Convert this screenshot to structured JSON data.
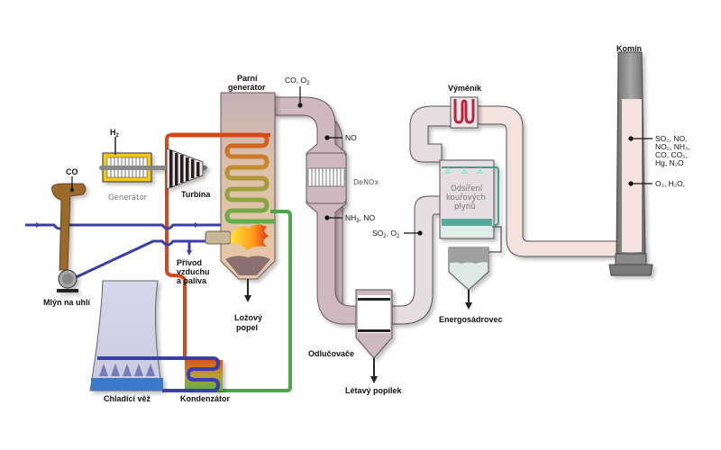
{
  "title": "Schéma uhelné elektrárny",
  "labels": {
    "co_mill": "CO",
    "h2": "H",
    "h2_sub": "2",
    "generator": "Generátor",
    "turbine": "Turbína",
    "mill_line1": "Mlýn na uhlí",
    "air_fuel_1": "Přívod",
    "air_fuel_2": "vzduchu",
    "air_fuel_3": "a paliva",
    "steam_gen_1": "Parní",
    "steam_gen_2": "generátor",
    "co_o2": "CO, O",
    "co_o2_sub": "2",
    "no": "NO",
    "denox": "DeNOx",
    "nh3_no": "NH",
    "nh3_no_sub": "3",
    "nh3_no_rest": ", NO",
    "so2_o2_a": "SO",
    "so2_o2_sub1": "2",
    "so2_o2_b": ", O",
    "so2_o2_sub2": "2",
    "bed_ash_1": "Ložový",
    "bed_ash_2": "popel",
    "cooling_tower": "Chladící věž",
    "condenser": "Kondenzátor",
    "separators": "Odlučovače",
    "fly_ash": "Létavý popílek",
    "exchanger": "Výměník",
    "fgd_1": "Odsíření",
    "fgd_2": "kouřových",
    "fgd_3": "plynů",
    "gypsum": "Energosádrovec",
    "chimney": "Komín",
    "stack_gases_1": "SO₂, NO,",
    "stack_gases_2": "NO₂, NH₃,",
    "stack_gases_3": "CO, CO₂,",
    "stack_gases_4": "Hg, N₂O",
    "stack_gases_5": "O₂, H₂O,"
  },
  "colors": {
    "flue_duct": "#cbb8bd",
    "flue_duct_light": "#e8dfe3",
    "clean_duct": "#f3e1dc",
    "water_line": "#3a3ea8",
    "steam_line": "#d94a1a",
    "return_line": "#4aa84a",
    "mill": "#9b6a2a",
    "boiler_body": "#e5c8a8",
    "chimney": "#8a8a8a"
  }
}
